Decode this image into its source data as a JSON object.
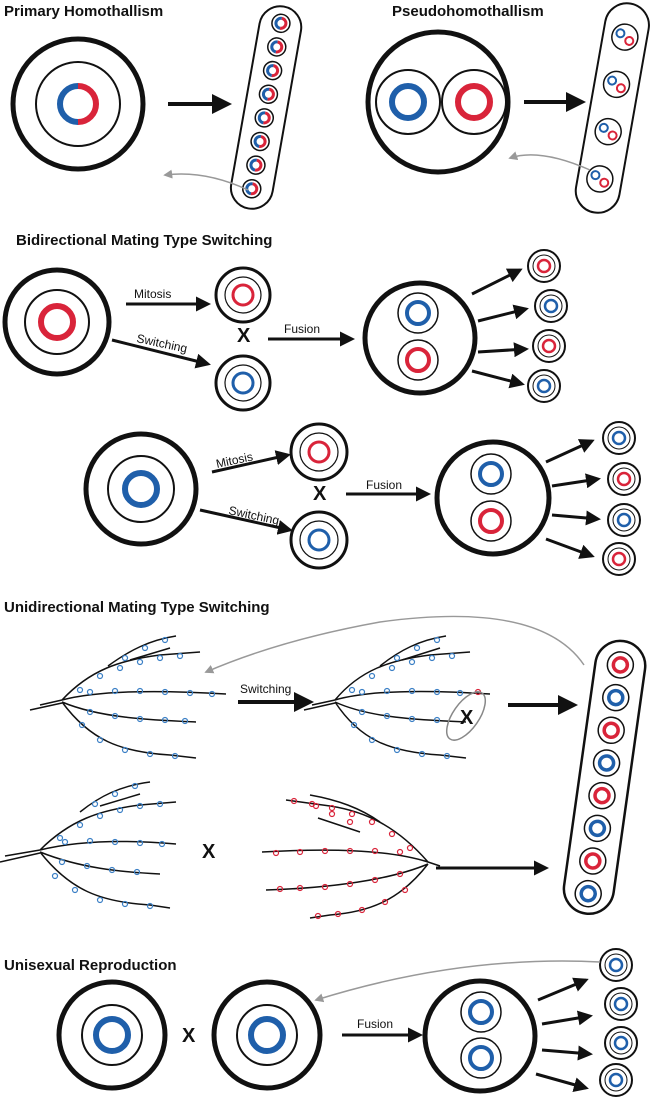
{
  "titles": {
    "primary": "Primary Homothallism",
    "pseudo": "Pseudohomothallism",
    "bidirectional": "Bidirectional Mating Type Switching",
    "unidirectional": "Unidirectional Mating Type Switching",
    "unisexual": "Unisexual Reproduction"
  },
  "labels": {
    "mitosis": "Mitosis",
    "switching": "Switching",
    "fusion": "Fusion",
    "cross": "X"
  },
  "colors": {
    "mating_type_a": "#d9243a",
    "mating_type_alpha": "#1f5faa",
    "outline": "#111111",
    "feedback_arrow": "#9a9a9a"
  }
}
